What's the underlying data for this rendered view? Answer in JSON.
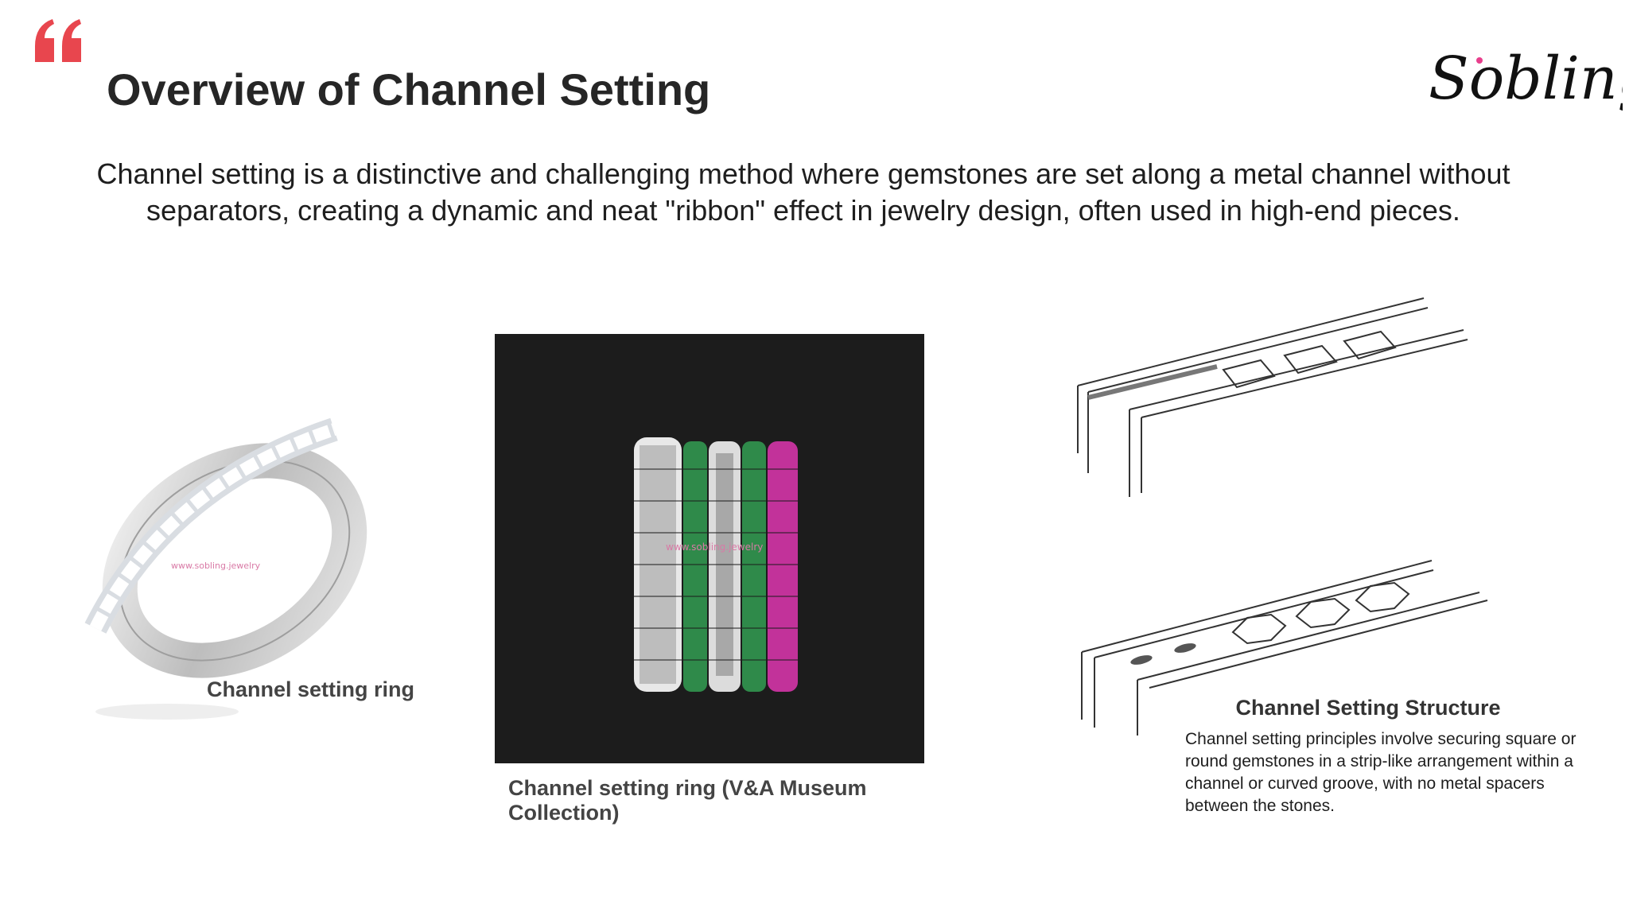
{
  "slide": {
    "title": "Overview of Channel Setting",
    "intro": "Channel setting is a distinctive and challenging method where gemstones are set along a metal channel without separators, creating a dynamic and neat \"ribbon\" effect in jewelry design, often used in high-end pieces."
  },
  "logo": {
    "text": "Sobling"
  },
  "watermark": "www.sobling.jewelry",
  "figures": {
    "ring_caption": "Channel setting ring",
    "va_caption": "Channel setting ring (V&A Museum Collection)",
    "structure_title": "Channel Setting Structure",
    "structure_desc": "Channel setting principles involve securing square or round gemstones in a strip-like arrangement within a channel or curved groove, with no metal spacers between the stones."
  },
  "colors": {
    "accent": "#e8464e",
    "title": "#262626",
    "caption": "#444444",
    "photo_bg": "#1c1c1c",
    "emerald": "#2f8a4a",
    "ruby": "#c2329a"
  }
}
